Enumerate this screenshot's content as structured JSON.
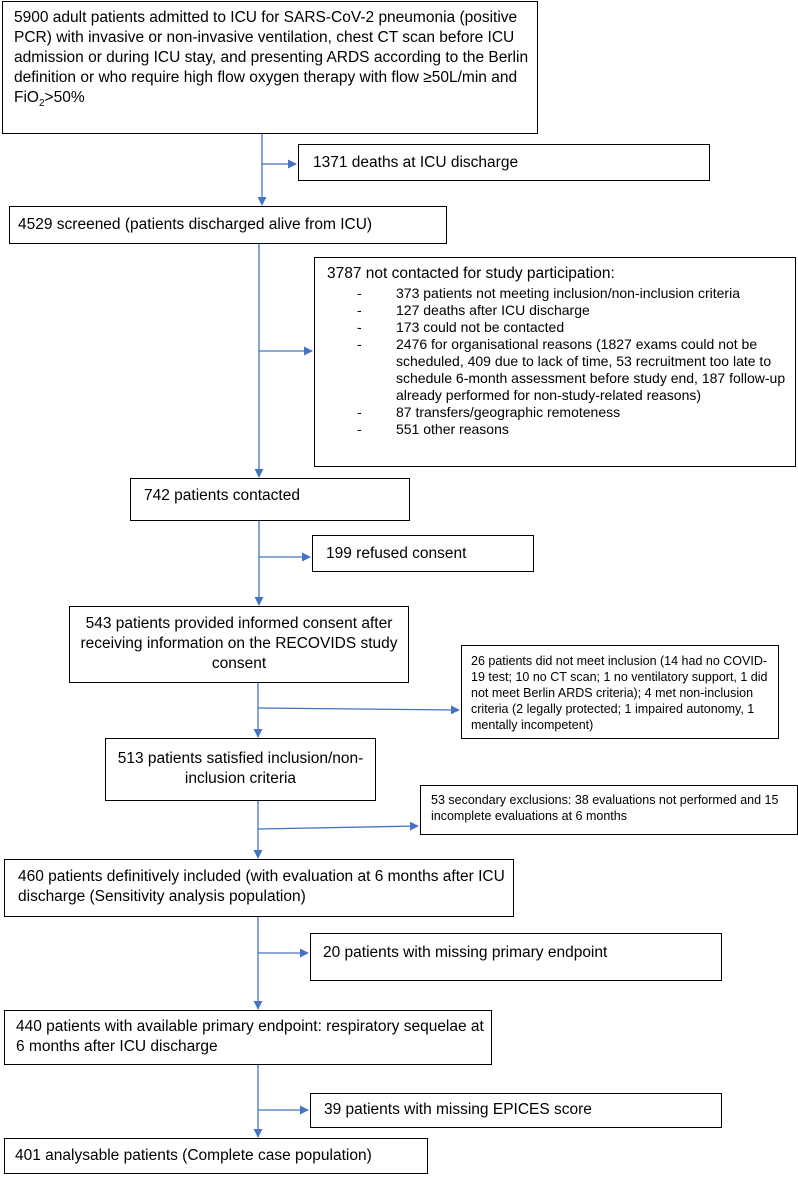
{
  "boxes": {
    "admitted_pre": "5900 adult patients admitted to ICU for SARS-CoV-2 pneumonia (positive PCR) with invasive or non-invasive ventilation, chest CT scan before ICU admission or during ICU stay, and presenting ARDS according to the Berlin definition or who require high flow oxygen therapy with flow ≥50L/min and FiO",
    "admitted_sub": "2",
    "admitted_post": ">50%",
    "deaths_icu": "1371 deaths at ICU discharge",
    "screened": "4529 screened (patients discharged alive from ICU)",
    "not_contacted_title": "3787 not contacted for study participation:",
    "not_contacted_reasons": [
      "373 patients not meeting inclusion/non-inclusion criteria",
      "127 deaths after ICU discharge",
      "173 could not be contacted",
      "2476 for organisational reasons (1827 exams could not be scheduled, 409 due to lack of time, 53 recruitment too late to schedule 6-month assessment before study end, 187 follow-up already performed for  non-study-related reasons)",
      "87 transfers/geographic remoteness",
      "551 other reasons"
    ],
    "contacted": "742 patients contacted",
    "refused": "199 refused consent",
    "consented": "543 patients provided informed consent after receiving information on the RECOVIDS study consent",
    "not_meet": "26 patients did not meet inclusion (14 had no COVID-19 test; 10 no CT scan; 1 no ventilatory support, 1 did not meet Berlin ARDS criteria); 4 met non-inclusion criteria (2 legally protected; 1 impaired autonomy, 1 mentally incompetent)",
    "satisfied": "513 patients satisfied inclusion/non-inclusion criteria",
    "secondary_exclusions": "53 secondary exclusions: 38 evaluations not performed and 15 incomplete evaluations at 6 months",
    "definitive": "460 patients definitively included (with evaluation at 6 months after ICU discharge (Sensitivity analysis population)",
    "missing_primary": "20 patients with missing primary endpoint",
    "available_primary": "440 patients with available primary endpoint: respiratory sequelae at 6 months after ICU discharge",
    "missing_epices": "39 patients with missing EPICES score",
    "analysable": "401 analysable patients (Complete case population)"
  },
  "colors": {
    "arrow": "#4472C4",
    "border": "#000000"
  }
}
